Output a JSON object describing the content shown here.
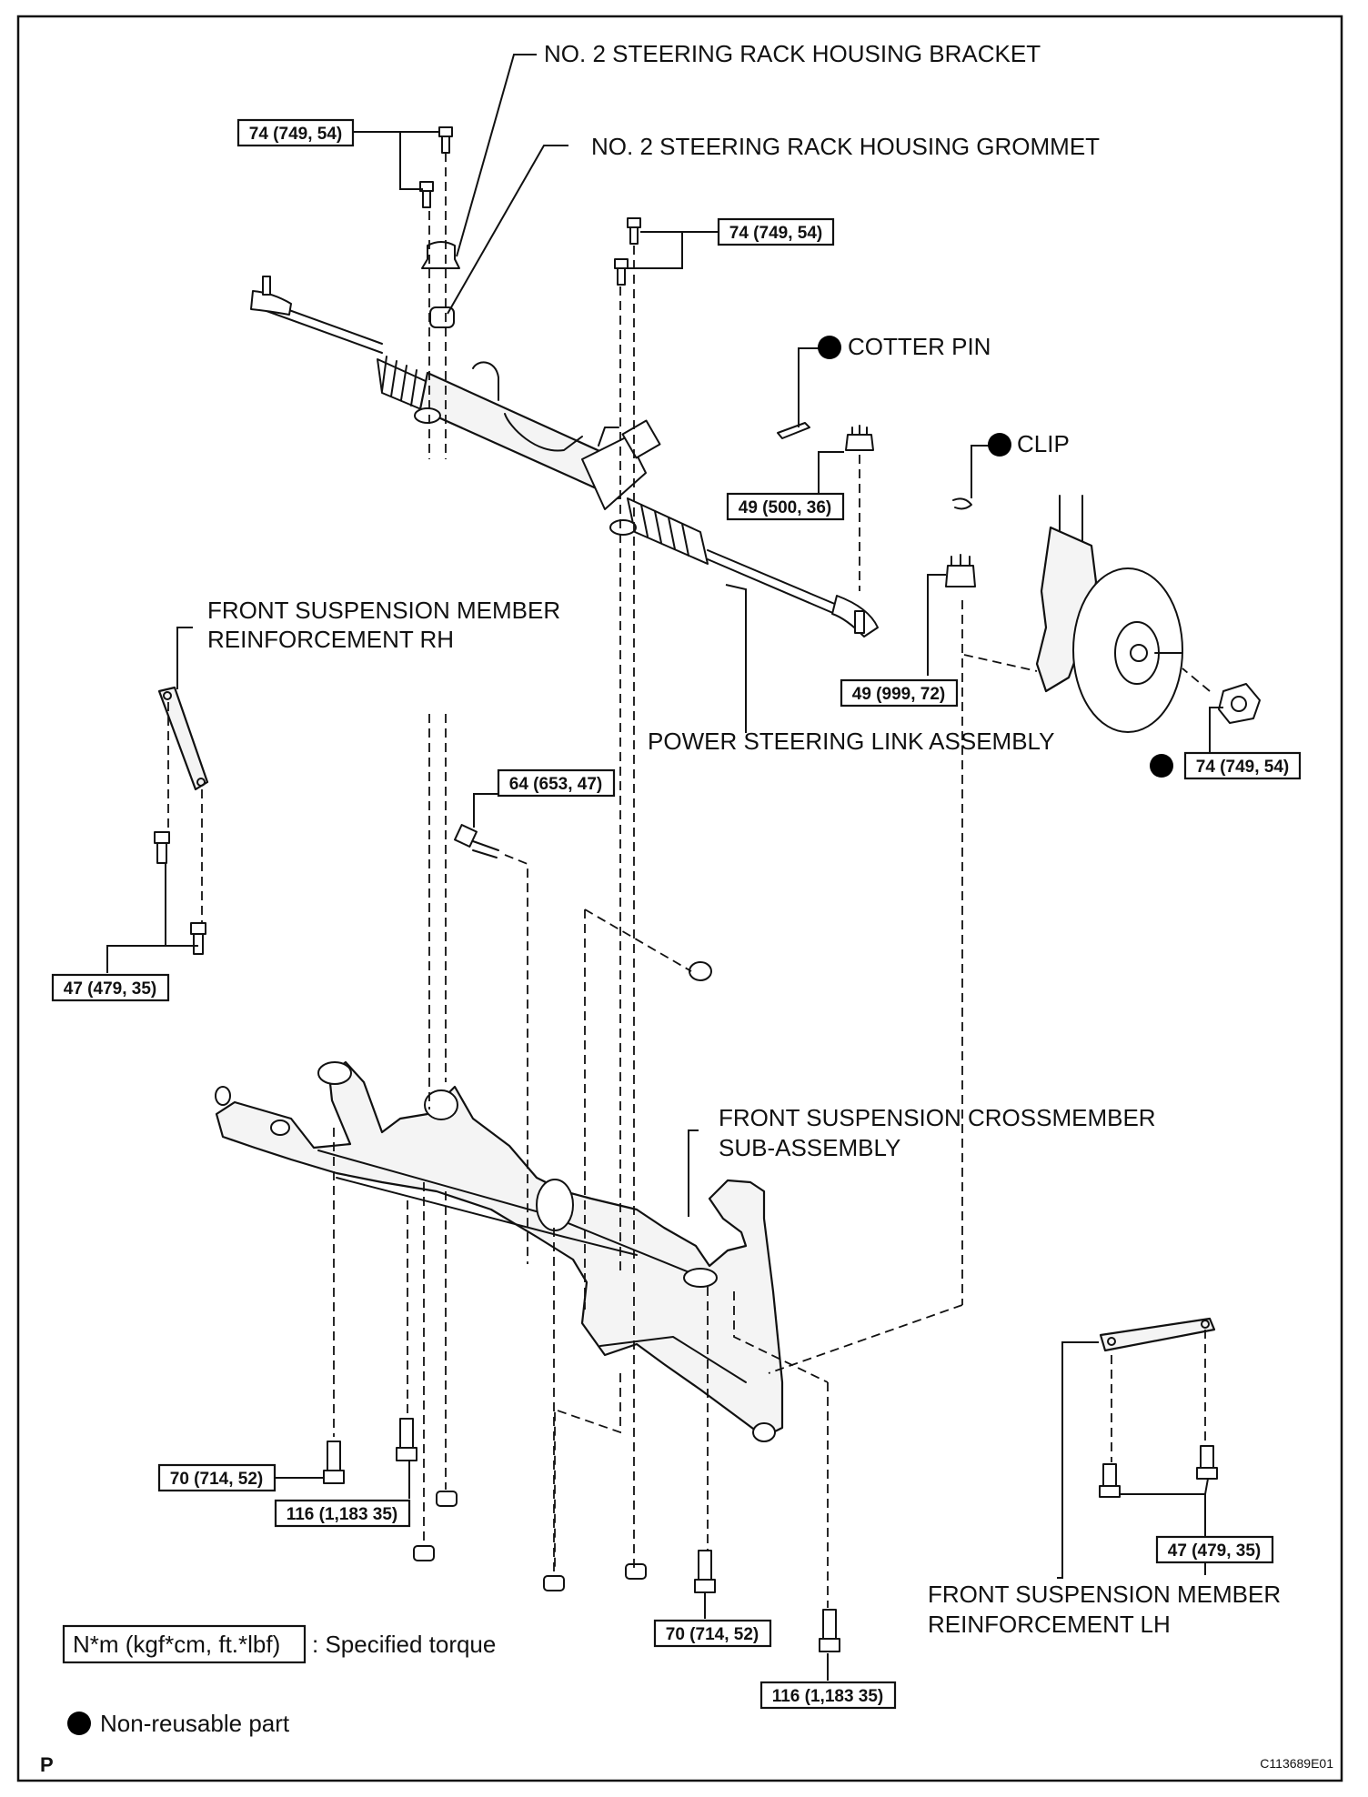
{
  "labels": {
    "bracket": "NO. 2 STEERING RACK HOUSING BRACKET",
    "grommet": "NO. 2 STEERING RACK HOUSING GROMMET",
    "cotter_pin": "COTTER PIN",
    "clip": "CLIP",
    "reinf_rh_1": "FRONT SUSPENSION MEMBER",
    "reinf_rh_2": "REINFORCEMENT RH",
    "link_assembly": "POWER STEERING LINK ASSEMBLY",
    "crossmember_1": "FRONT SUSPENSION CROSSMEMBER",
    "crossmember_2": "SUB-ASSEMBLY",
    "reinf_lh_1": "FRONT SUSPENSION MEMBER",
    "reinf_lh_2": "REINFORCEMENT LH"
  },
  "torques": {
    "t74a": "74 (749, 54)",
    "t74b": "74 (749, 54)",
    "t74c": "74 (749, 54)",
    "t49a": "49 (500, 36)",
    "t49b": "49 (999, 72)",
    "t64": "64 (653, 47)",
    "t47a": "47 (479, 35)",
    "t47b": "47 (479, 35)",
    "t70a": "70 (714, 52)",
    "t70b": "70 (714, 52)",
    "t116a": "116 (1,183 35)",
    "t116b": "116 (1,183 35)"
  },
  "legend": {
    "torque_unit": "N*m (kgf*cm, ft.*lbf)",
    "torque_desc": ": Specified torque",
    "nonreusable": "Non-reusable part"
  },
  "footer": {
    "page_letter": "P",
    "figure_code": "C113689E01"
  },
  "colors": {
    "ink": "#111111",
    "paper": "#ffffff"
  }
}
